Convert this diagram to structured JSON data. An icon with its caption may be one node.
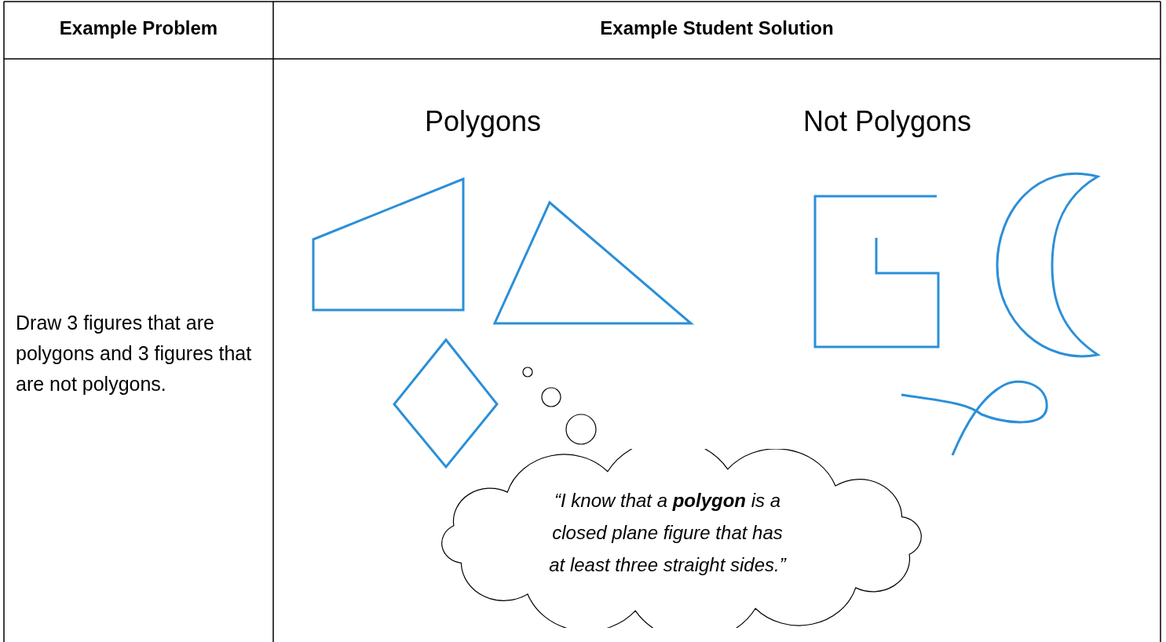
{
  "diagram": {
    "nodes": [
      {
        "text": [
          "“I know that a **polygon** is a closed plane figure that has at least three straight sides.”"
        ]
      }
    ],
    "labels": [
      "Example Problem",
      "Example Student Solution",
      "Draw 3 figures that are polygons and 3 figures that are not polygons.",
      "Polygons",
      "Not Polygons"
    ]
  }
}
